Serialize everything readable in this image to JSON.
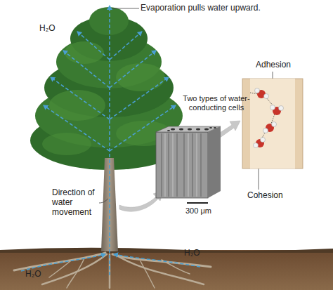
{
  "diagram": {
    "labels": [
      "Evaporation pulls water upward.",
      "H₂O",
      "Adhesion",
      "Two types of water-conducting cells",
      "Cohesion",
      "Direction of water movement",
      "300 μm",
      "H₂O",
      "H₂O"
    ]
  }
}
